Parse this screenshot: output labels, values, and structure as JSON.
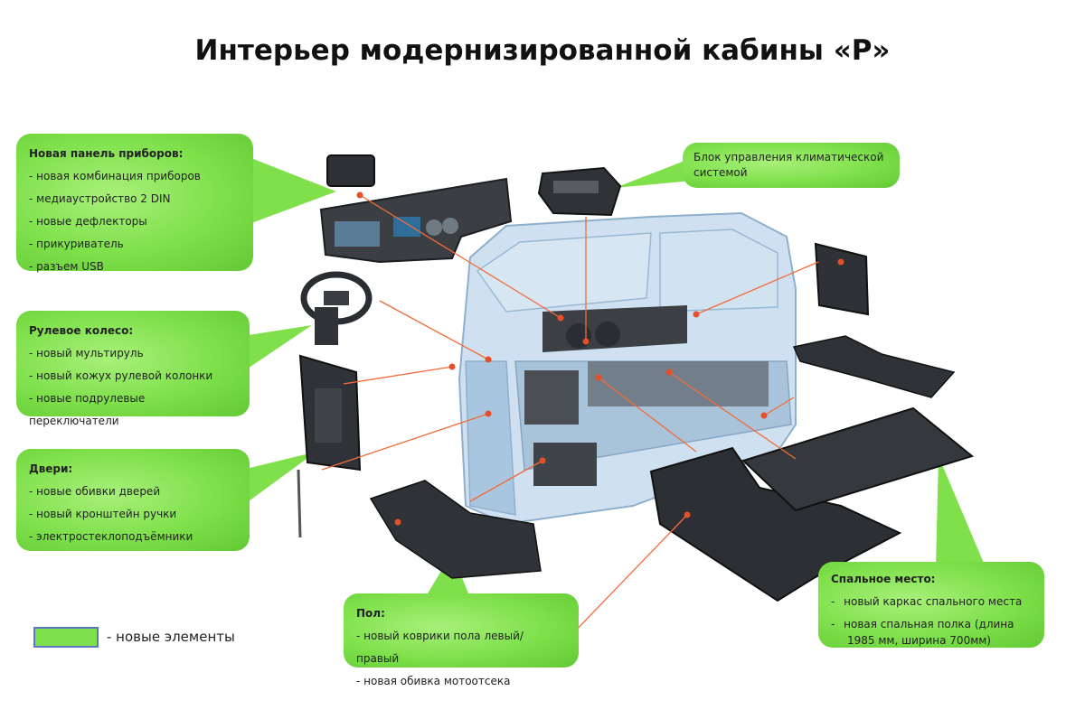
{
  "title": "Интерьер модернизированной кабины «Р»",
  "colors": {
    "callout_green": "#7ee04a",
    "leader_line": "#f26b3a",
    "marker": "#e4502a",
    "cab_glass": "#b9d4ea"
  },
  "callouts": {
    "panel": {
      "title": "Новая панель приборов:",
      "items": [
        "новая комбинация приборов",
        "медиаустройство 2 DIN",
        "новые дефлекторы",
        "прикуриватель",
        "разъем USB"
      ]
    },
    "wheel": {
      "title": "Рулевое колесо:",
      "items": [
        "новый мультируль",
        "новый кожух рулевой колонки",
        "новые подрулевые переключатели"
      ]
    },
    "doors": {
      "title": "Двери:",
      "items": [
        "новые обивки дверей",
        "новый кронштейн ручки",
        "электростеклоподъёмники"
      ]
    },
    "climate": {
      "text": "Блок управления климатической системой"
    },
    "floor": {
      "title": "Пол:",
      "items": [
        "новый коврики пола левый/правый",
        "новая обивка мотоотсека"
      ]
    },
    "sleep": {
      "title": "Спальное место:",
      "items": [
        "новый каркас спального места",
        "новая спальная полка (длина 1985 мм, ширина 700мм)"
      ]
    }
  },
  "legend": {
    "label": "- новые элементы"
  }
}
